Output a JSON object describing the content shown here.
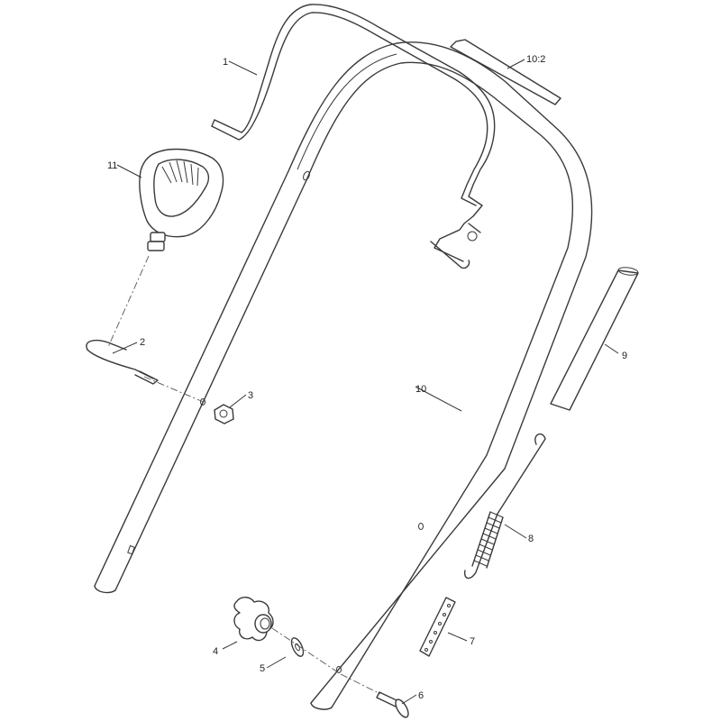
{
  "callouts": {
    "c1": "1",
    "c2": "2",
    "c3": "3",
    "c4": "4",
    "c5": "5",
    "c6": "6",
    "c7": "7",
    "c8": "8",
    "c9": "9",
    "c10": "10",
    "c10_2": "10:2",
    "c11": "11"
  },
  "parts": [
    {
      "ref": "1",
      "icon": "bail-lever-icon"
    },
    {
      "ref": "2",
      "icon": "cable-clip-icon"
    },
    {
      "ref": "3",
      "icon": "nut-icon"
    },
    {
      "ref": "4",
      "icon": "handle-knob-icon"
    },
    {
      "ref": "5",
      "icon": "washer-icon"
    },
    {
      "ref": "6",
      "icon": "carriage-bolt-icon"
    },
    {
      "ref": "7",
      "icon": "adjuster-plate-icon"
    },
    {
      "ref": "8",
      "icon": "extension-spring-icon"
    },
    {
      "ref": "9",
      "icon": "handle-grip-icon"
    },
    {
      "ref": "10",
      "icon": "handle-frame-icon"
    },
    {
      "ref": "10:2",
      "icon": "decal-icon"
    },
    {
      "ref": "11",
      "icon": "primer-bulb-icon"
    }
  ]
}
